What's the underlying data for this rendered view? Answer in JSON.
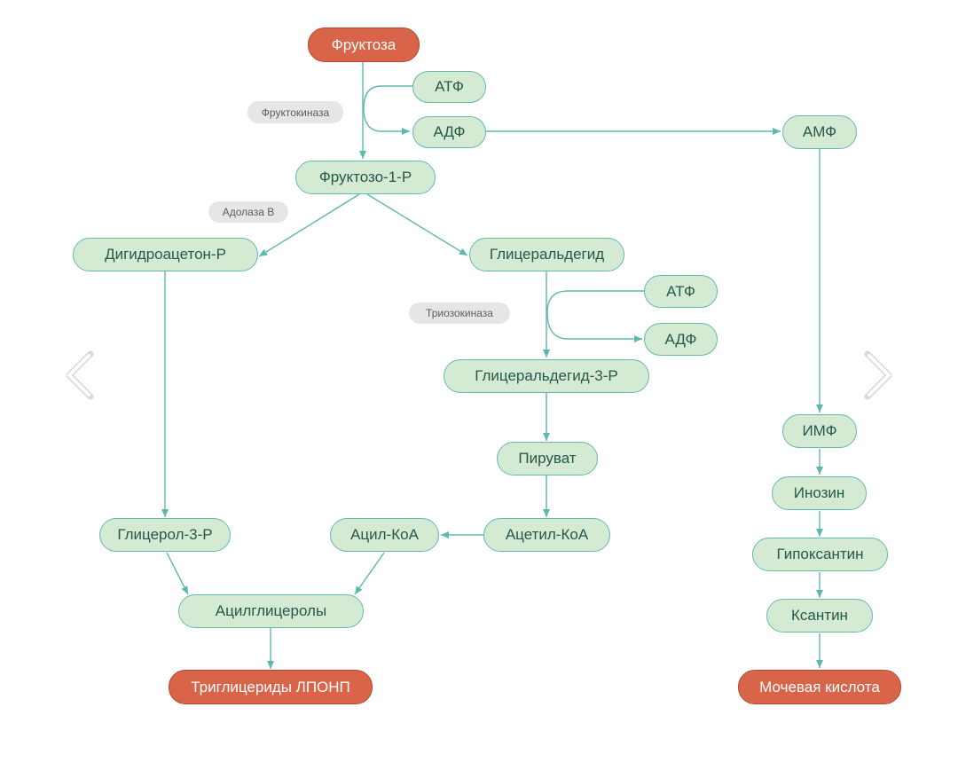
{
  "nodes": {
    "fructose": "Фруктоза",
    "atp1": "АТФ",
    "adp1": "АДФ",
    "amp": "АМФ",
    "fructose1p": "Фруктозо-1-Р",
    "dhap": "Дигидроацетон-Р",
    "glyceraldehyde": "Глицеральдегид",
    "atp2": "АТФ",
    "adp2": "АДФ",
    "ga3p": "Глицеральдегид-3-Р",
    "pyruvate": "Пируват",
    "acetylcoa": "Ацетил-КоА",
    "acylcoa": "Ацил-КоА",
    "glycerol3p": "Глицерол-3-Р",
    "acylglycerols": "Ацилглицеролы",
    "triglycerides": "Триглицериды ЛПОНП",
    "imp": "ИМФ",
    "inosine": "Инозин",
    "hypoxanthine": "Гипоксантин",
    "xanthine": "Ксантин",
    "uric_acid": "Мочевая кислота"
  },
  "enzymes": {
    "fructokinase": "Фруктокиназа",
    "aldolase_b": "Адолаза В",
    "triokinase": "Триозокиназа"
  },
  "colors": {
    "node_fill": "#d5ead2",
    "node_border": "#64b9ad",
    "node_text": "#26584c",
    "terminal_fill": "#d8654a",
    "arrow": "#5fb8ad",
    "enzyme_fill": "#e6e6e6"
  },
  "navigation": {
    "prev_icon": "chevron-left-icon",
    "next_icon": "chevron-right-icon"
  }
}
